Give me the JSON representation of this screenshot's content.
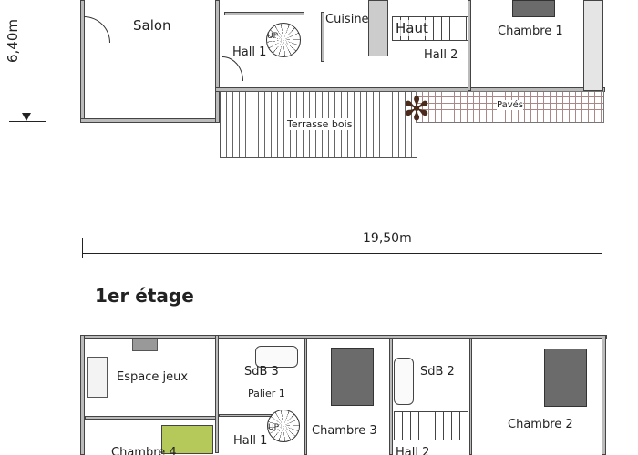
{
  "ground_floor": {
    "dimension_height": "6,40m",
    "rooms": {
      "salon": "Salon",
      "hall1": "Hall 1",
      "cuisine": "Cuisine",
      "haut": "Haut",
      "hall2": "Hall 2",
      "chambre1": "Chambre 1",
      "terrasse": "Terrasse bois",
      "paves": "Pavés",
      "up": "UP"
    }
  },
  "dimension_width": "19,50m",
  "first_floor": {
    "title": "1er étage",
    "rooms": {
      "espace_jeux": "Espace jeux",
      "sdb3": "SdB 3",
      "palier1": "Palier 1",
      "chambre3": "Chambre 3",
      "sdb2": "SdB 2",
      "chambre2": "Chambre 2",
      "hall1": "Hall 1",
      "hall2": "Hall 2",
      "chambre4": "Chambre 4",
      "up": "UP"
    }
  },
  "colors": {
    "wall": "#bbbbbb",
    "bed": "#6b6b6b",
    "child_bed": "#b5c95a"
  }
}
